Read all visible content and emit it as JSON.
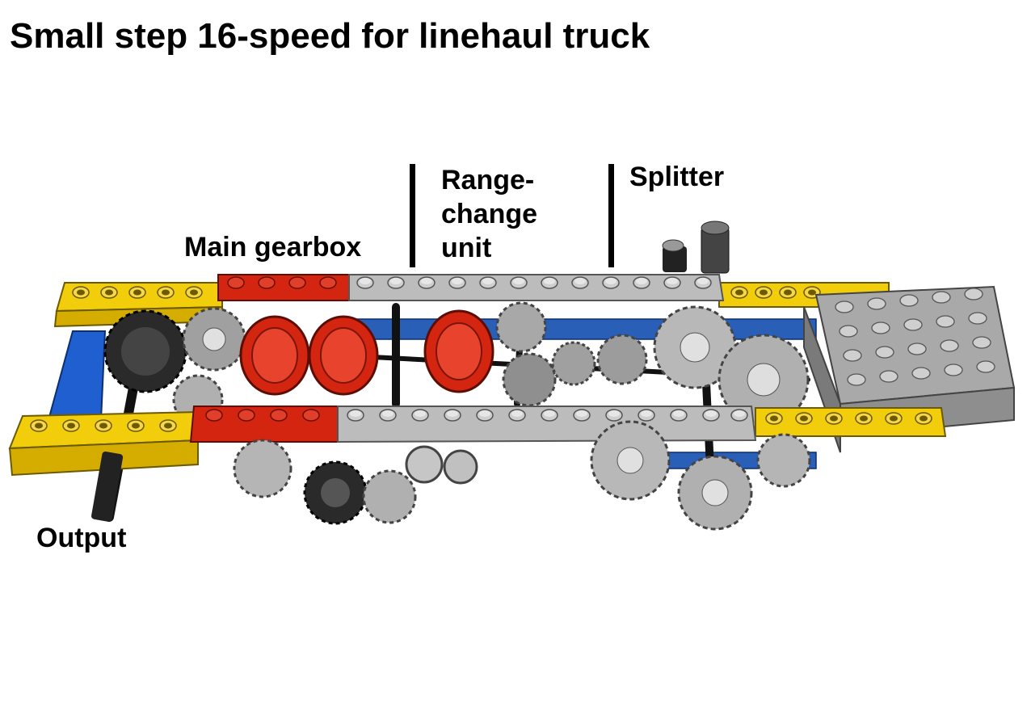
{
  "title": "Small step 16-speed for linehaul truck",
  "labels": {
    "main_gearbox": "Main gearbox",
    "range_line1": "Range-",
    "range_line2": "change",
    "range_line3": "unit",
    "splitter": "Splitter",
    "output": "Output"
  },
  "colors": {
    "yellow": "#f2cd0c",
    "red": "#d42511",
    "gray": "#bcbcbc",
    "dark_gray": "#5b5b5b",
    "blue": "#1f5fd0",
    "black": "#111111"
  }
}
